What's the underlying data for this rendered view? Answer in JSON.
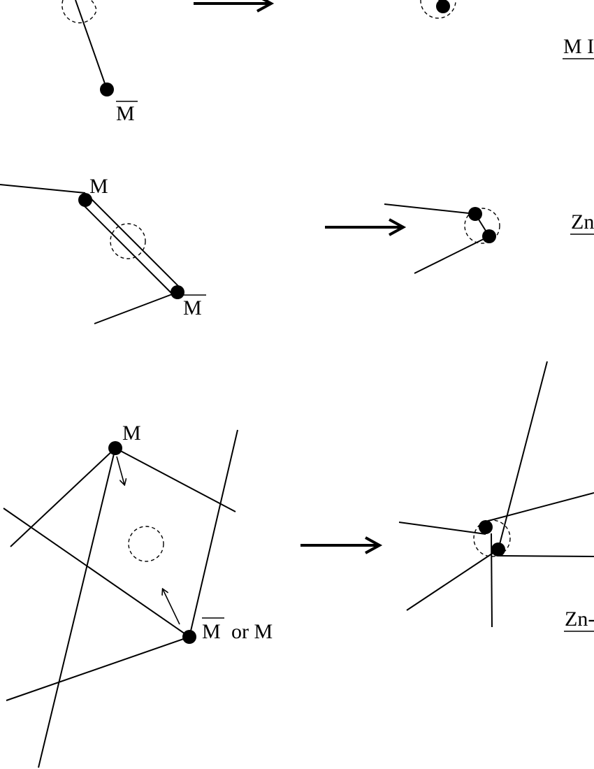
{
  "labels": {
    "row1_bottom": "M",
    "row1_right": "M I",
    "row2_top": "M",
    "row2_bottom": "M",
    "row2_right": "Zn",
    "row3_top": "M",
    "row3_bottom_m": "M",
    "row3_bottom_rest": "or M",
    "row3_right": "Zn-"
  }
}
